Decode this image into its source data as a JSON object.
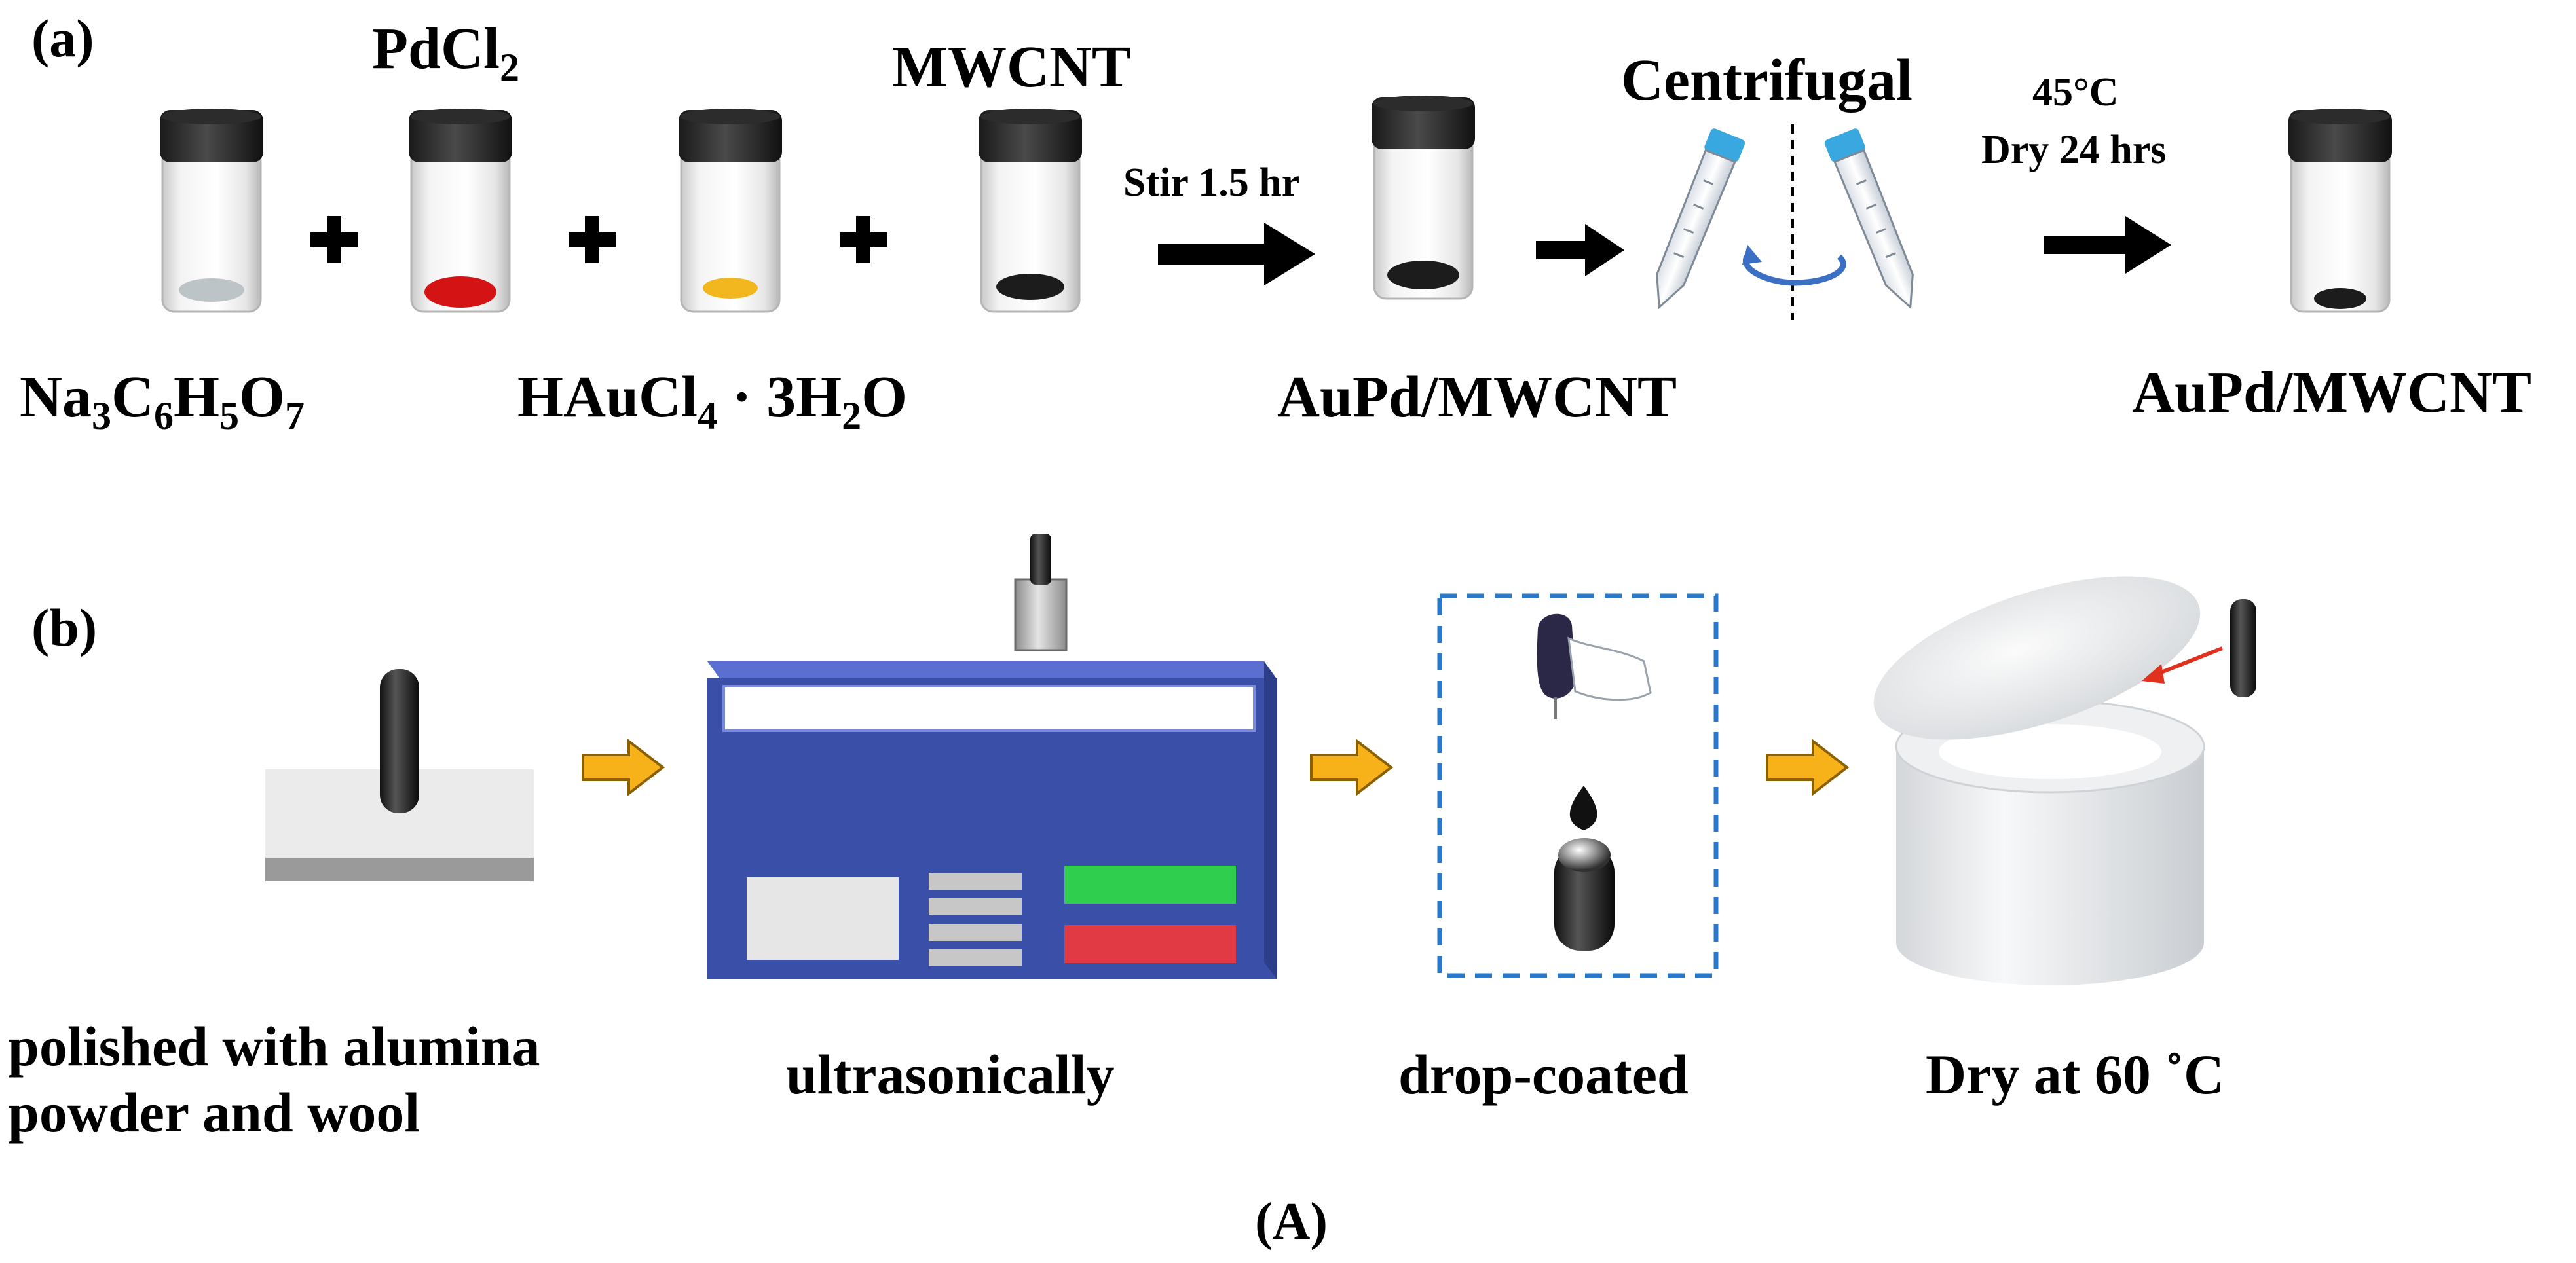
{
  "figure": {
    "caption": "(A)",
    "panel_a": {
      "label": "(a)",
      "reagents": [
        {
          "name": "Na3C6H5O7",
          "powder_color": "#bcc4c8"
        },
        {
          "name": "PdCl2",
          "powder_color": "#d41414"
        },
        {
          "name": "HAuCl4 · 3H2O",
          "powder_color": "#f2b71e"
        },
        {
          "name": "MWCNT",
          "powder_color": "#1c1c1c"
        }
      ],
      "operator": "+",
      "stir_step": "Stir 1.5 hr",
      "product_label": "AuPd/MWCNT",
      "centrifuge_step": "Centrifugal",
      "dry_temp": "45°C",
      "dry_time": "Dry 24 hrs",
      "final_label": "AuPd/MWCNT"
    },
    "panel_b": {
      "label": "(b)",
      "steps": [
        {
          "caption": "polished with alumina powder and wool"
        },
        {
          "caption": "ultrasonically"
        },
        {
          "caption": "drop-coated"
        },
        {
          "caption": "Dry at 60 ˚C"
        }
      ]
    },
    "colors": {
      "arrow_orange": "#f7b21a",
      "cleaner_blue": "#3a4fa8",
      "display_green": "#2fce4f",
      "display_red": "#e23a44",
      "dashed_box": "#2a78c9",
      "cap_blue": "#3aa8e0"
    }
  }
}
